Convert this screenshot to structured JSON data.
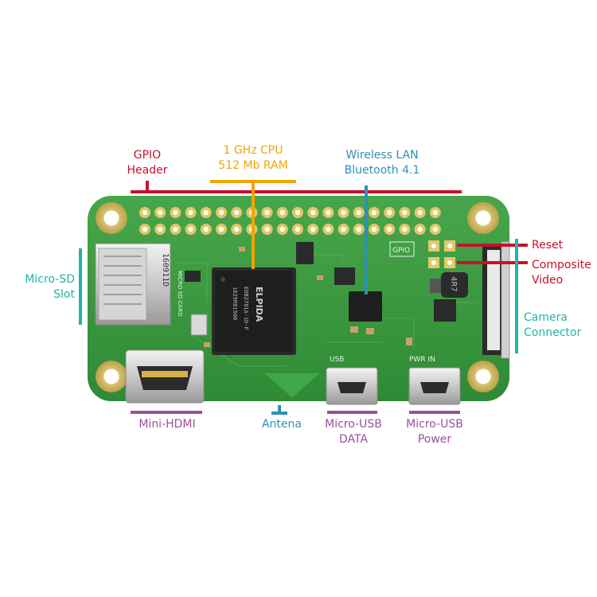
{
  "labels": {
    "gpio_header": [
      "GPIO",
      "Header"
    ],
    "cpu": [
      "1 GHz CPU",
      "512 Mb RAM"
    ],
    "wireless": [
      "Wireless LAN",
      "Bluetooth 4.1"
    ],
    "reset": "Reset",
    "composite": [
      "Composite",
      "Video"
    ],
    "micro_sd": [
      "Micro-SD",
      "Slot"
    ],
    "camera": [
      "Camera",
      "Connector"
    ],
    "mini_hdmi": "Mini-HDMI",
    "antenna": "Antena",
    "usb_data": [
      "Micro-USB",
      "DATA"
    ],
    "usb_power": [
      "Micro-USB",
      "Power"
    ]
  },
  "board_silkscreen": {
    "gpio": "GPIO",
    "usb": "USB",
    "pwr_in": "PWR IN",
    "sd_code": "160911D",
    "sd_text": "MICRO SD CARD",
    "chip_brand": "ELPIDA",
    "chip_model": "EDB2781A-1D-F",
    "chip_code": "1625R01500",
    "inductor": "4R7"
  },
  "colors": {
    "red": "#c8102e",
    "orange": "#f0a500",
    "blue": "#2e8fb8",
    "teal": "#1fb5a8",
    "purple": "#9b4f9b",
    "pcb": "#3c9a3f"
  }
}
